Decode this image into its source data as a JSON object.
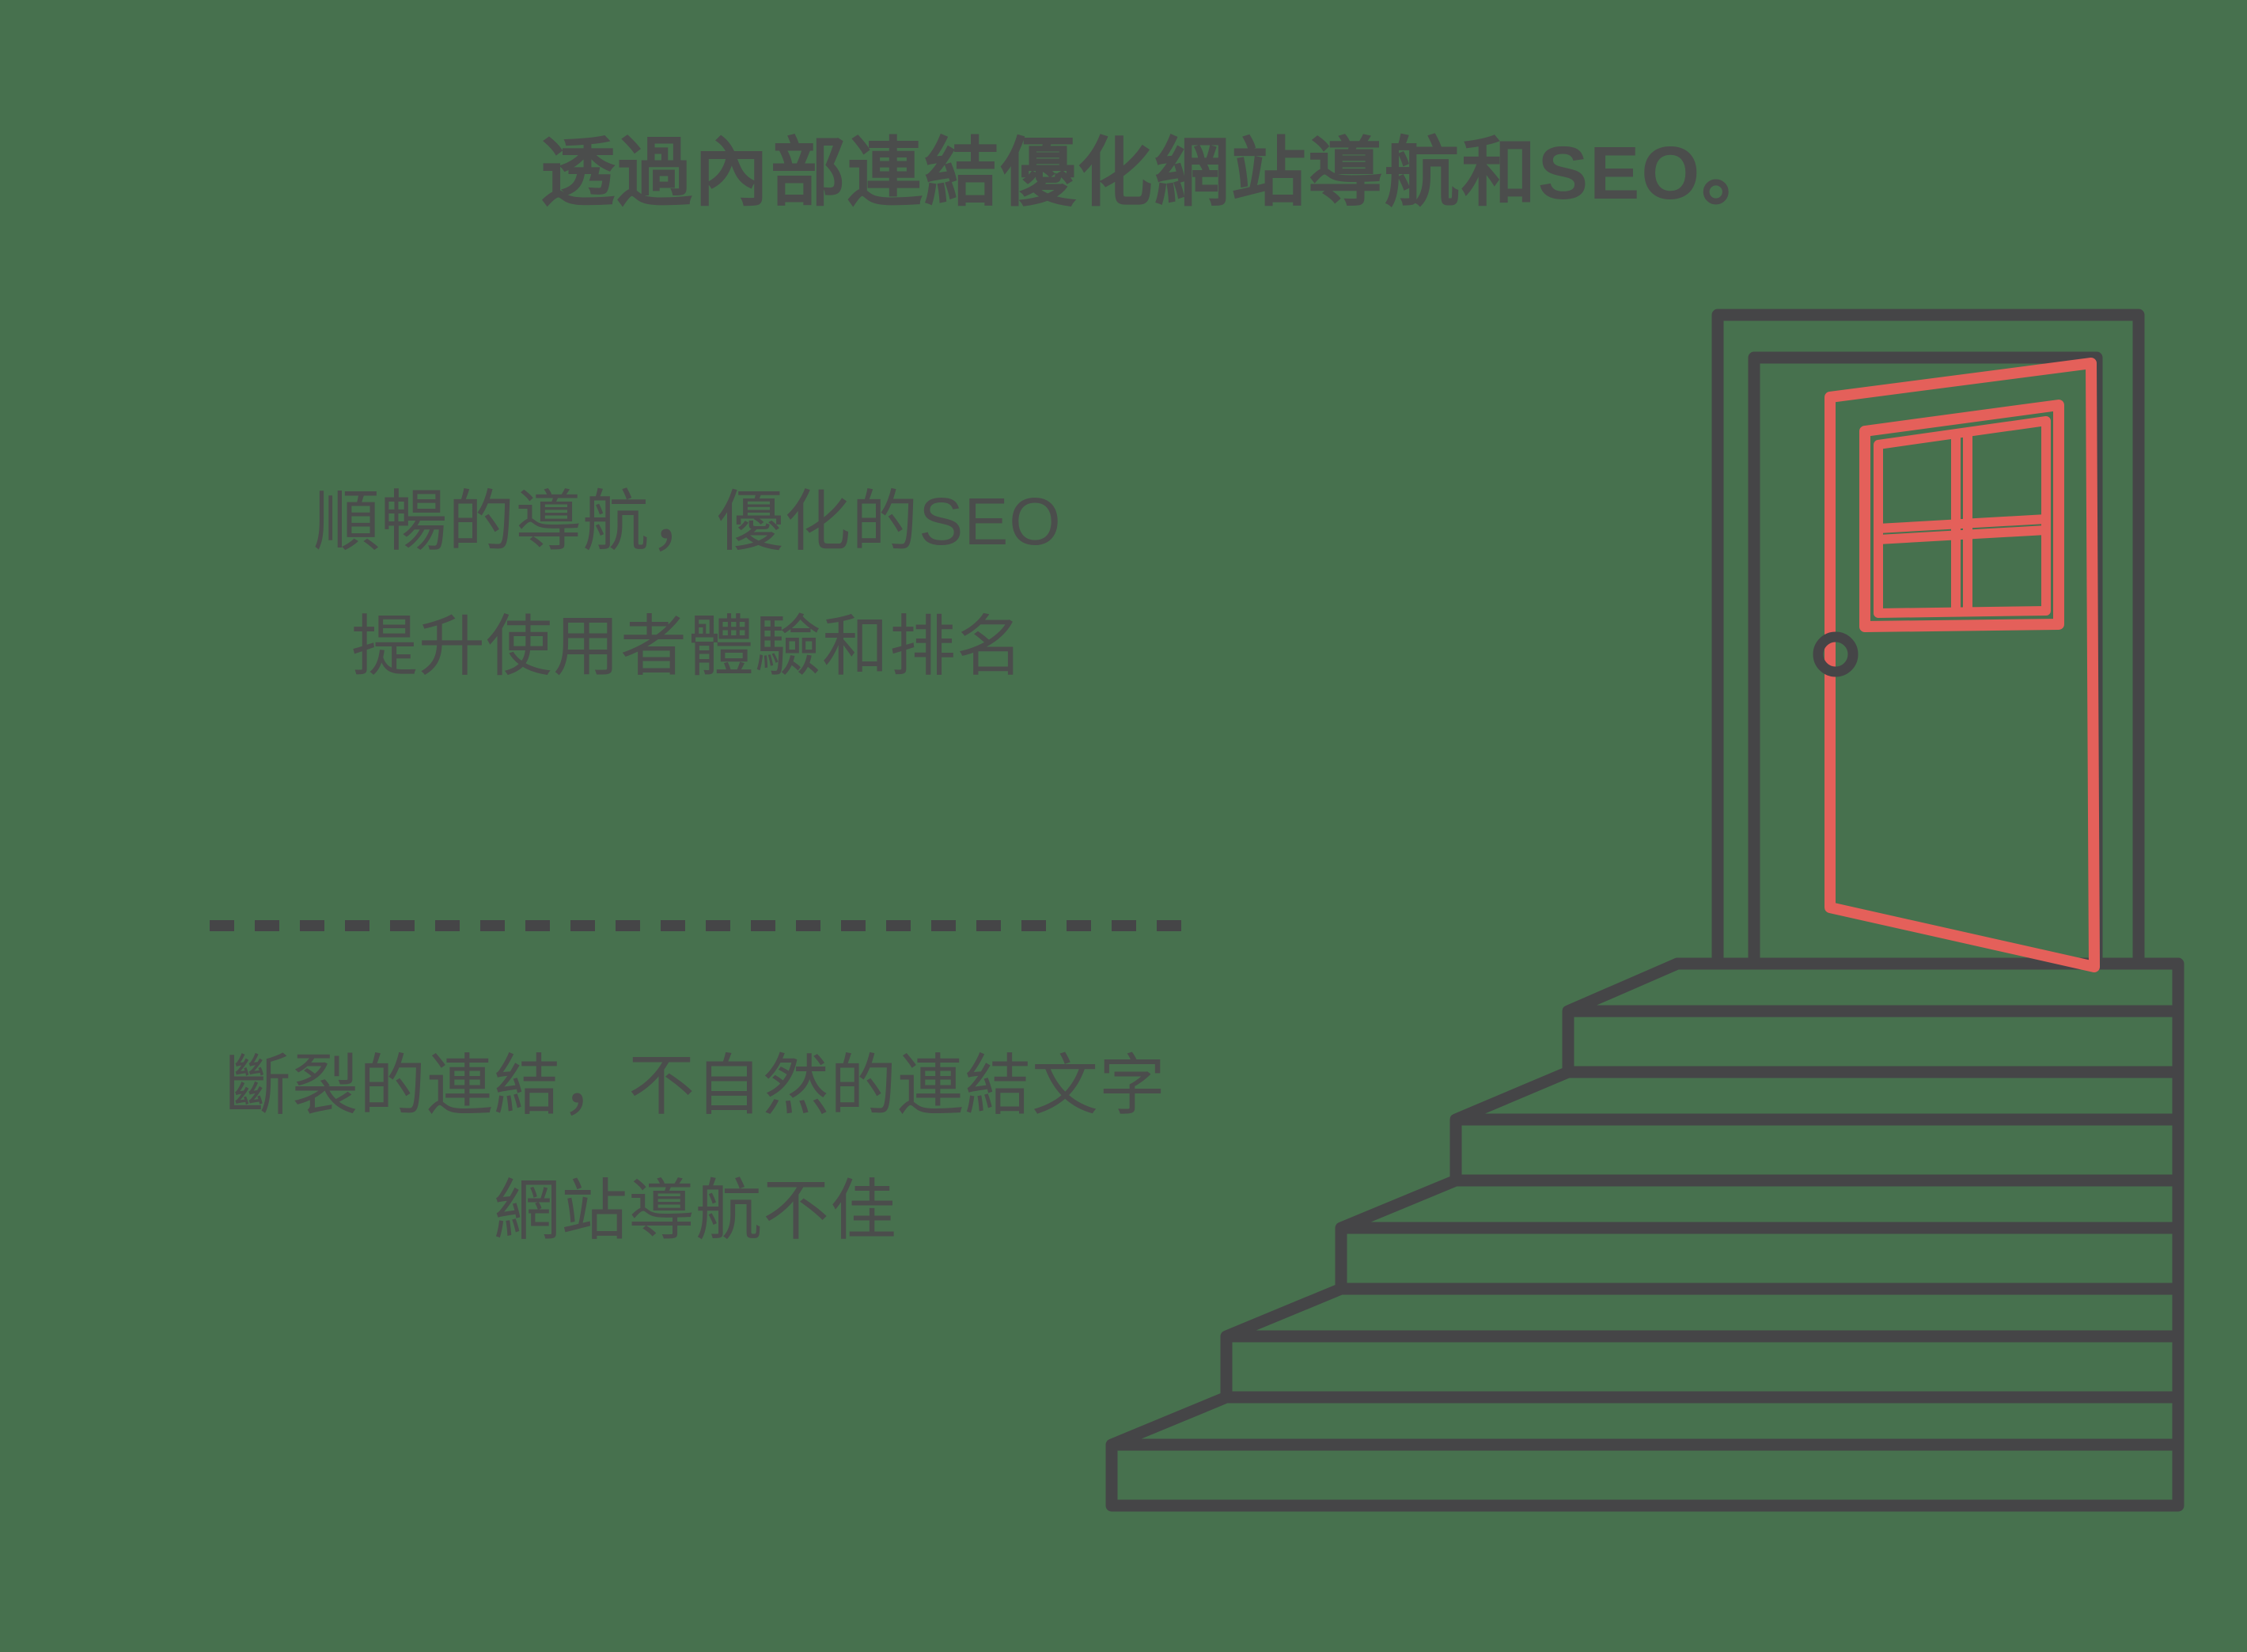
{
  "colors": {
    "background": "#47714E",
    "line": "#454547",
    "accent": "#E4605A",
    "text": "#4B4D4C"
  },
  "title": {
    "text": "透過內部連結優化網站導航和SEO。"
  },
  "sections": {
    "optimized": {
      "line1": "順暢的導航，優化的SEO",
      "line2": "提升使用者體驗和排名"
    },
    "broken": {
      "line1": "斷裂的連結，不自然的連結文字",
      "line2": "網站導航不佳"
    }
  }
}
